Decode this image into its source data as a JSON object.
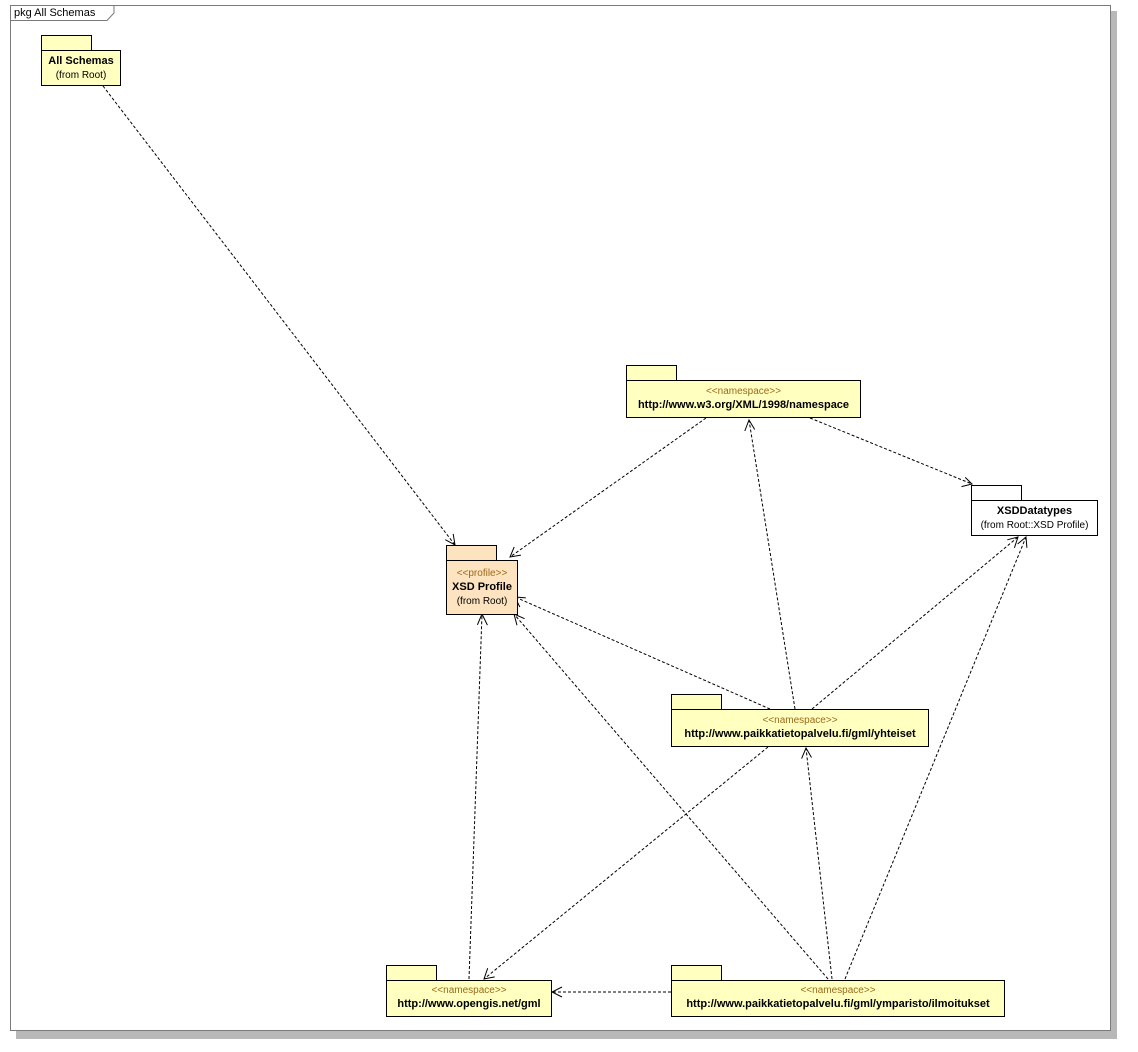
{
  "frame": {
    "title": "pkg All Schemas"
  },
  "packages": {
    "all_schemas": {
      "name": "All Schemas",
      "origin": "(from Root)"
    },
    "xsd_profile": {
      "stereotype": "<<profile>>",
      "name": "XSD Profile",
      "origin": "(from Root)"
    },
    "w3_namespace": {
      "stereotype": "<<namespace>>",
      "name": "http://www.w3.org/XML/1998/namespace"
    },
    "xsd_datatypes": {
      "name": "XSDDatatypes",
      "origin": "(from Root::XSD Profile)"
    },
    "yhteiset": {
      "stereotype": "<<namespace>>",
      "name": "http://www.paikkatietopalvelu.fi/gml/yhteiset"
    },
    "opengis_gml": {
      "stereotype": "<<namespace>>",
      "name": "http://www.opengis.net/gml"
    },
    "ilmoitukset": {
      "stereotype": "<<namespace>>",
      "name": "http://www.paikkatietopalvelu.fi/gml/ymparisto/ilmoitukset"
    }
  },
  "dependencies": [
    {
      "from": "all_schemas",
      "to": "xsd_profile"
    },
    {
      "from": "w3_namespace",
      "to": "xsd_profile"
    },
    {
      "from": "w3_namespace",
      "to": "xsd_datatypes"
    },
    {
      "from": "yhteiset",
      "to": "xsd_profile"
    },
    {
      "from": "yhteiset",
      "to": "w3_namespace"
    },
    {
      "from": "yhteiset",
      "to": "xsd_datatypes"
    },
    {
      "from": "yhteiset",
      "to": "opengis_gml"
    },
    {
      "from": "opengis_gml",
      "to": "xsd_profile"
    },
    {
      "from": "ilmoitukset",
      "to": "xsd_profile"
    },
    {
      "from": "ilmoitukset",
      "to": "yhteiset"
    },
    {
      "from": "ilmoitukset",
      "to": "xsd_datatypes"
    },
    {
      "from": "ilmoitukset",
      "to": "opengis_gml"
    }
  ],
  "colors": {
    "package_fill": "#ffffc0",
    "profile_fill": "#fde3c0",
    "datatypes_fill": "#ffffff",
    "stereotype_text": "#9a6a1a",
    "edge": "#000000"
  }
}
